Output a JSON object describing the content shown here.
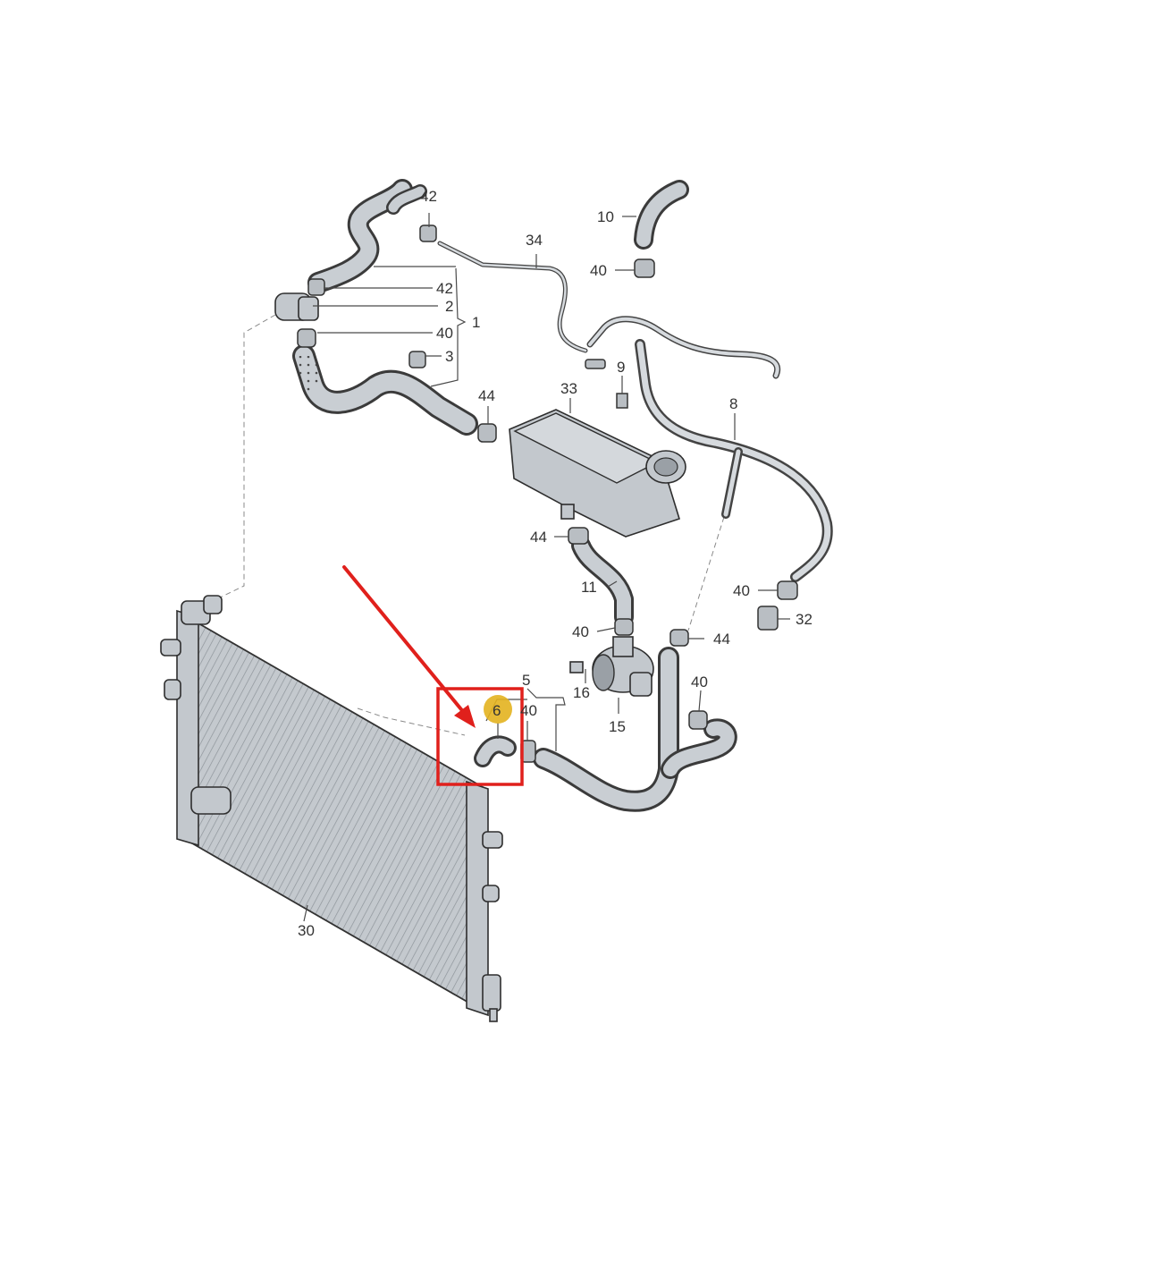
{
  "diagram": {
    "highlight_color": "#e0201c",
    "marker_color": "#e3b21f",
    "highlighted_part": "6",
    "callouts": {
      "c42a": "42",
      "c42b": "42",
      "c2": "2",
      "c1": "1",
      "c40a": "40",
      "c3": "3",
      "c34": "34",
      "c10": "10",
      "c40b": "40",
      "c9": "9",
      "c33": "33",
      "c44a": "44",
      "c8": "8",
      "c44b": "44",
      "c11": "11",
      "c40c": "40",
      "c32": "32",
      "c40d": "40",
      "c44c": "44",
      "c16": "16",
      "c15": "15",
      "c5": "5",
      "c6": "6",
      "c40e": "40",
      "c40f": "40",
      "c30": "30"
    }
  }
}
